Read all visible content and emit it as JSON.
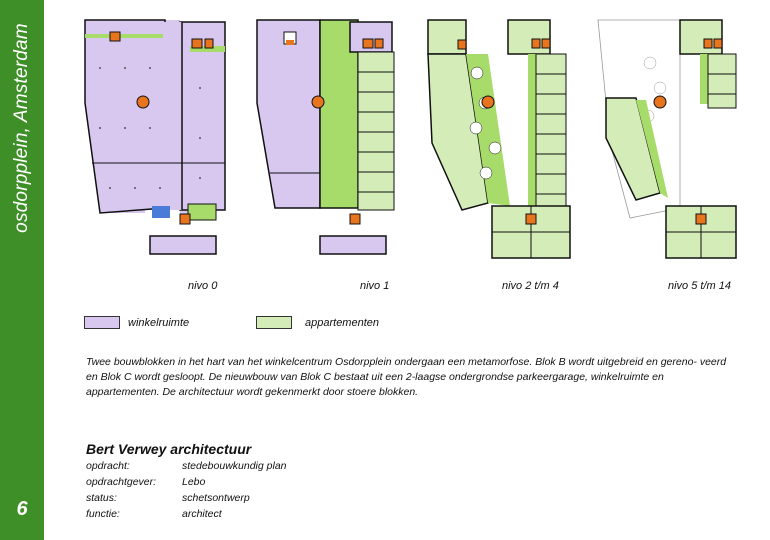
{
  "sidebar": {
    "title": "osdorpplein, Amsterdam",
    "page_number": "6"
  },
  "plans": {
    "levels": [
      "nivo 0",
      "nivo 1",
      "nivo 2 t/m 4",
      "nivo 5 t/m 14"
    ]
  },
  "legend": {
    "items": [
      {
        "label": "winkelruimte",
        "color": "#d8c8f0"
      },
      {
        "label": "appartementen",
        "color": "#d4ecb8"
      }
    ]
  },
  "colors": {
    "sidebar": "#3f8f28",
    "retail": "#d8c8f0",
    "apartment": "#d4ecb8",
    "green_zone": "#a8dc6a",
    "core": "#e8741e",
    "water": "#4a7bd8",
    "wall": "#111111"
  },
  "description": "Twee bouwblokken in het hart van het winkelcentrum Osdorpplein ondergaan een metamorfose. Blok B wordt uitgebreid en gereno- veerd en Blok C wordt gesloopt. De nieuwbouw van Blok C bestaat uit een 2-laagse ondergrondse parkeergarage, winkelruimte en appartementen. De architectuur wordt gekenmerkt door stoere blokken.",
  "credits": {
    "firm": "Bert Verwey architectuur",
    "rows": [
      {
        "key": "opdracht:",
        "value": "stedebouwkundig plan"
      },
      {
        "key": "opdrachtgever:",
        "value": "Lebo"
      },
      {
        "key": "status:",
        "value": "schetsontwerp"
      },
      {
        "key": "functie:",
        "value": "architect"
      }
    ]
  }
}
